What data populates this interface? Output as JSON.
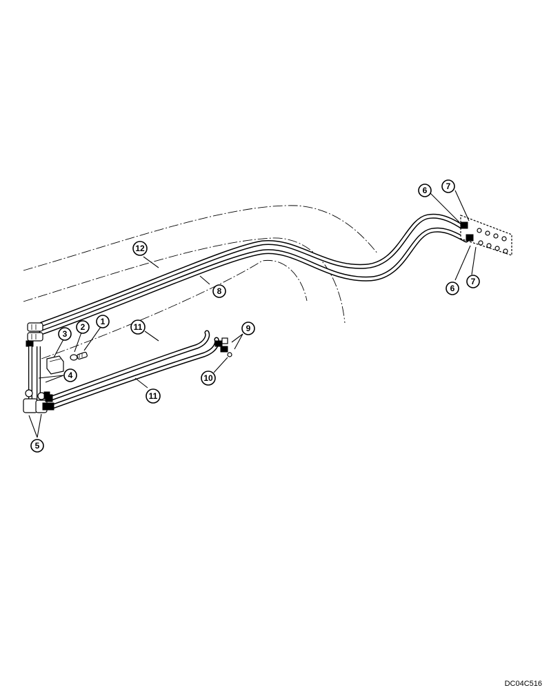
{
  "drawing_code": "DC04C516",
  "callouts": [
    "1",
    "2",
    "3",
    "4",
    "5",
    "6",
    "7",
    "8",
    "9",
    "10",
    "11",
    "12"
  ]
}
